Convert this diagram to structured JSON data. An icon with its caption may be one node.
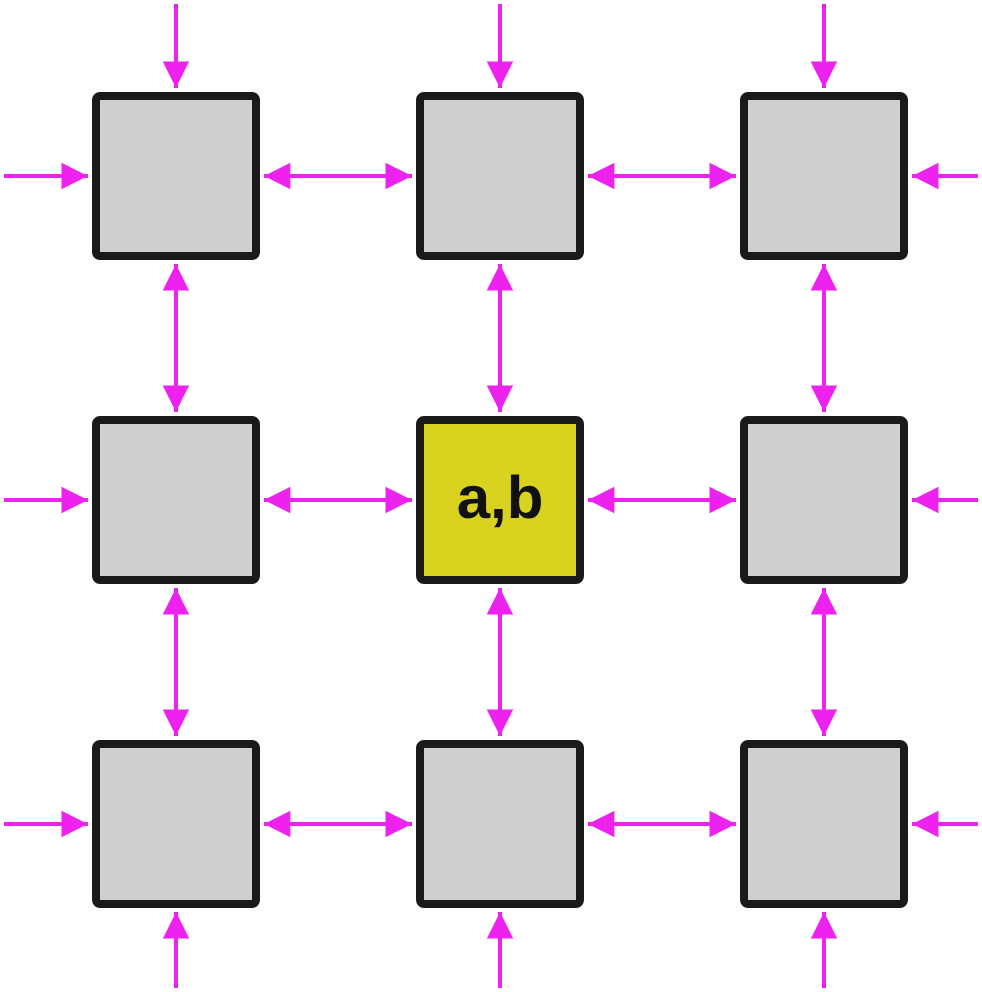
{
  "diagram": {
    "nodes": [
      {
        "text": [],
        "shape": "box"
      },
      {
        "text": [],
        "shape": "box"
      },
      {
        "text": [],
        "shape": "box"
      },
      {
        "text": [],
        "shape": "box"
      },
      {
        "text": [
          "a,b"
        ]
      },
      {
        "text": [],
        "shape": "box"
      },
      {
        "text": [],
        "shape": "box"
      },
      {
        "text": [],
        "shape": "box"
      },
      {
        "text": [],
        "shape": "box"
      }
    ],
    "edges": [
      {
        "from": null,
        "to": 0,
        "arrow": "to"
      },
      {
        "from": null,
        "to": 1,
        "arrow": "to"
      },
      {
        "from": null,
        "to": 2,
        "arrow": "to"
      },
      {
        "from": null,
        "to": 0,
        "arrow": "to"
      },
      {
        "from": 0,
        "to": 1,
        "arrow": "both"
      },
      {
        "from": 1,
        "to": 2,
        "arrow": "both"
      },
      {
        "from": null,
        "to": 2,
        "arrow": "to"
      },
      {
        "from": 0,
        "to": 3,
        "arrow": "both"
      },
      {
        "from": 1,
        "to": 4,
        "arrow": "both"
      },
      {
        "from": 2,
        "to": 5,
        "arrow": "both"
      },
      {
        "from": null,
        "to": 3,
        "arrow": "to"
      },
      {
        "from": 3,
        "to": 4,
        "arrow": "both"
      },
      {
        "from": 4,
        "to": 5,
        "arrow": "both"
      },
      {
        "from": null,
        "to": 5,
        "arrow": "to"
      },
      {
        "from": 3,
        "to": 6,
        "arrow": "both"
      },
      {
        "from": 4,
        "to": 7,
        "arrow": "both"
      },
      {
        "from": 5,
        "to": 8,
        "arrow": "both"
      },
      {
        "from": null,
        "to": 6,
        "arrow": "to"
      },
      {
        "from": 6,
        "to": 7,
        "arrow": "both"
      },
      {
        "from": 7,
        "to": 8,
        "arrow": "both"
      },
      {
        "from": null,
        "to": 8,
        "arrow": "to"
      },
      {
        "from": null,
        "to": 6,
        "arrow": "to"
      },
      {
        "from": null,
        "to": 7,
        "arrow": "to"
      },
      {
        "from": null,
        "to": 8,
        "arrow": "to"
      }
    ]
  }
}
